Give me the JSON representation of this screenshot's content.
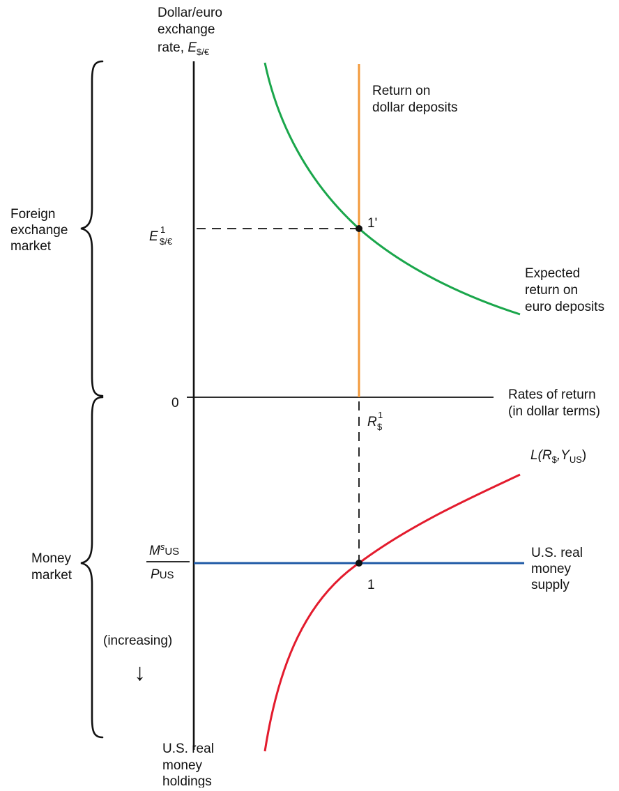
{
  "labels": {
    "y_axis_title": [
      "Dollar/euro",
      "exchange",
      "rate, "
    ],
    "y_axis_symbol": "E",
    "y_axis_sub": "$/€",
    "return_dollar": [
      "Return on",
      "dollar deposits"
    ],
    "expected_euro": [
      "Expected",
      "return on",
      "euro deposits"
    ],
    "fx_market": [
      "Foreign",
      "exchange",
      "market"
    ],
    "money_market": [
      "Money",
      "market"
    ],
    "x_axis_title": [
      "Rates of return",
      "(in dollar terms)"
    ],
    "zero": "0",
    "e1_symbol": "E",
    "e1_sup": "1",
    "e1_sub": "$/€",
    "r1_symbol": "R",
    "r1_sup": "1",
    "r1_sub": "$",
    "point_1prime": "1'",
    "point_1": "1",
    "l_curve_L": "L(R",
    "l_curve_sub1": "$",
    "l_curve_Y": ",Y",
    "l_curve_sub2": "US",
    "l_curve_close": ")",
    "ms_M": "M",
    "ms_sup": "s",
    "ms_sub": "US",
    "ms_P": "P",
    "ms_psub": "US",
    "supply_label": [
      "U.S. real",
      "money",
      "supply"
    ],
    "increasing": "(increasing)",
    "arrow": "↓",
    "holdings": [
      "U.S. real",
      "money",
      "holdings"
    ]
  },
  "colors": {
    "euro_curve": "#1aa64b",
    "dollar_line": "#f39a3b",
    "money_demand": "#e31b2d",
    "money_supply": "#1f5aa6"
  }
}
